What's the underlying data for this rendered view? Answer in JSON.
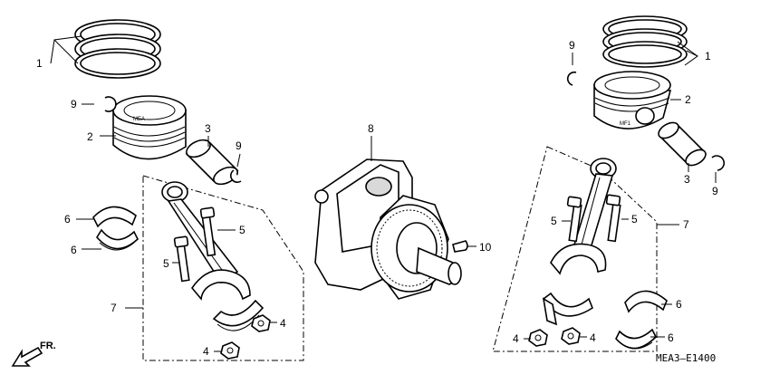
{
  "callouts": {
    "piston_rings_left": "1",
    "piston_rings_right": "1",
    "piston_left": "2",
    "piston_right": "2",
    "piston_pin_left": "3",
    "piston_pin_right": "3",
    "nut_left_a": "4",
    "nut_left_b": "4",
    "nut_right_a": "4",
    "nut_right_b": "4",
    "bolt_left_a": "5",
    "bolt_left_b": "5",
    "bolt_right_a": "5",
    "bolt_right_b": "5",
    "bearing_left_a": "6",
    "bearing_left_b": "6",
    "bearing_right_a": "6",
    "bearing_right_b": "6",
    "conrod_left": "7",
    "conrod_right": "7",
    "crankshaft": "8",
    "clip_left_a": "9",
    "clip_left_b": "9",
    "clip_right_a": "9",
    "clip_right_b": "9",
    "woodruff_key": "10"
  },
  "piston_stamp_left": "MEA",
  "piston_stamp_right": "MF1",
  "front_marker": "FR.",
  "diagram_code": "MEA3—E1400"
}
